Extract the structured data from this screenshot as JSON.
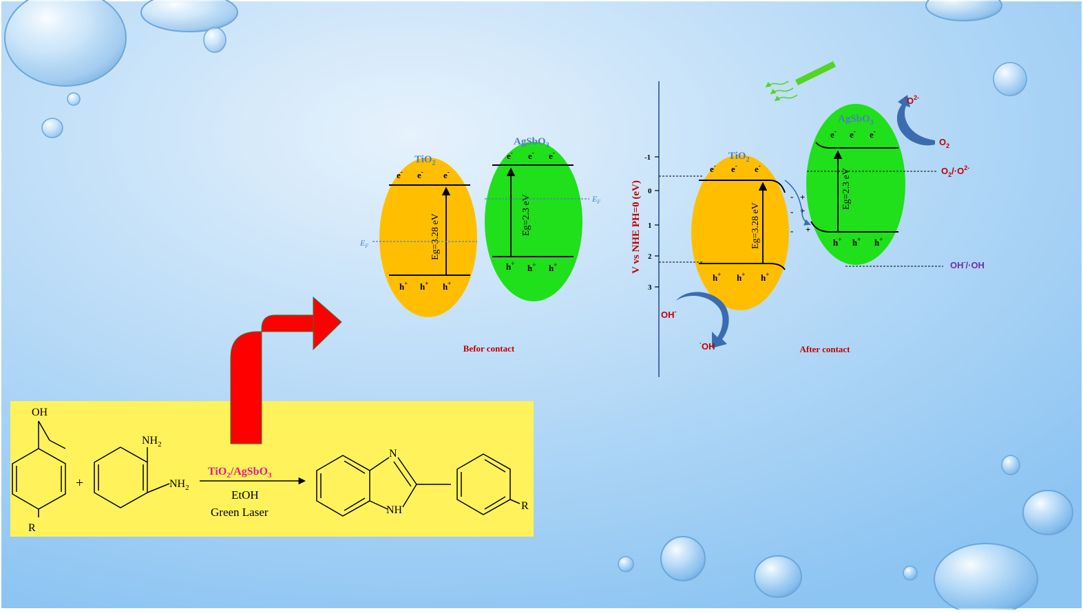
{
  "colors": {
    "background_center": "#e6f2fc",
    "background_edge": "#8cc4f2",
    "tio2_fill": "#ffbf00",
    "agsbo3_fill": "#1fe01a",
    "reaction_box": "#fff25a",
    "big_arrow": "#ff0000",
    "big_arrow_border": "#2e7d32",
    "caption_red": "#c00000",
    "label_blue": "#4f7dbf",
    "catalyst_magenta": "#e6198c",
    "purple": "#7030a0",
    "curved_arrow_blue": "#3b6cb0",
    "laser_green": "#55d422"
  },
  "before_contact": {
    "caption": "Befor contact",
    "tio2": {
      "label": "TiO",
      "label_sub": "2",
      "electron": "e",
      "electron_sup": "-",
      "hole": "h",
      "hole_sup": "+",
      "gap": "Eg=3.28 eV"
    },
    "agsbo3": {
      "label": "AgSbO",
      "label_sub": "3",
      "electron": "e",
      "electron_sup": "-",
      "hole": "h",
      "hole_sup": "+",
      "gap": "Eg=2.3 eV"
    },
    "fermi_left": "E",
    "fermi_left_sub": "F",
    "fermi_right": "E",
    "fermi_right_sub": "F"
  },
  "after_contact": {
    "caption": "After contact",
    "axis_label": "V vs NHE PH=0 (eV)",
    "ticks": [
      "-1",
      "0",
      "1",
      "2",
      "3"
    ],
    "tio2": {
      "label": "TiO",
      "label_sub": "2",
      "electron": "e",
      "electron_sup": "-",
      "hole": "h",
      "hole_sup": "+",
      "gap": "Eg=3.28 eV"
    },
    "agsbo3": {
      "label": "AgSbO",
      "label_sub": "3",
      "electron": "e",
      "electron_sup": "-",
      "hole": "h",
      "hole_sup": "+",
      "gap": "Eg=2.3 eV"
    },
    "interface_minus": "-",
    "interface_plus": "+",
    "oh_minus": "OH",
    "oh_minus_sup": "-",
    "oh_radical": "OH",
    "oh_radical_pre": "·",
    "o2": "O",
    "o2_sub": "2",
    "superoxide": "O",
    "superoxide_pre": "·",
    "superoxide_sup": "2-",
    "o2_couple": "O",
    "o2_couple_sub": "2",
    "o2_couple_mid": "/·O",
    "o2_couple_sup": "2-",
    "oh_couple": "OH",
    "oh_couple_sup": "-",
    "oh_couple_rest": "/·OH"
  },
  "reaction": {
    "oh": "OH",
    "r1": "R",
    "plus": "+",
    "nh2_top": "NH",
    "nh2_top_sub": "2",
    "nh2_side": "NH",
    "nh2_side_sub": "2",
    "catalyst": "TiO",
    "catalyst_sub1": "2",
    "catalyst_mid": "/AgSbO",
    "catalyst_sub2": "3",
    "solvent": "EtOH",
    "light": "Green Laser",
    "n": "N",
    "nh": "NH",
    "r2": "R"
  }
}
